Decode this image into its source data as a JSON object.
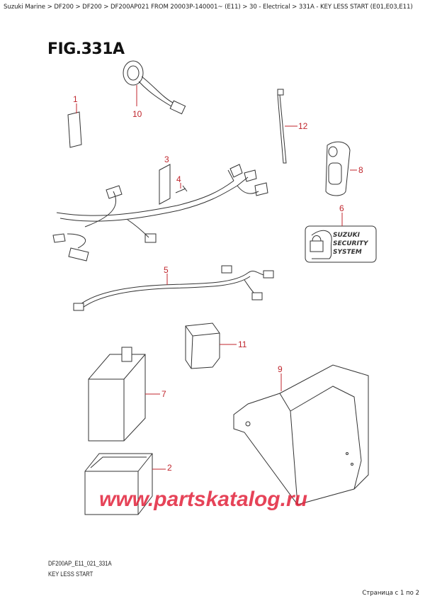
{
  "breadcrumb": "Suzuki Marine > DF200 > DF200 > DF200AP021 FROM 20003P-140001~ (E11) > 30 - Electrical > 331A - KEY LESS START (E01,E03,E11)",
  "figure_title": "FIG.331A",
  "callouts": [
    "1",
    "2",
    "3",
    "4",
    "5",
    "6",
    "7",
    "8",
    "9",
    "10",
    "11",
    "12"
  ],
  "security_label": {
    "line1": "SUZUKI",
    "line2": "SECURITY",
    "line3": "SYSTEM",
    "icon": "padlock-icon"
  },
  "watermark": "www.partskatalog.ru",
  "footer": {
    "code": "DF200AP_E11_021_331A",
    "caption": "KEY LESS START",
    "pager": "Страница с 1 по 2"
  },
  "colors": {
    "callout": "#c0262d",
    "watermark": "#e2233b",
    "line": "#333333"
  }
}
